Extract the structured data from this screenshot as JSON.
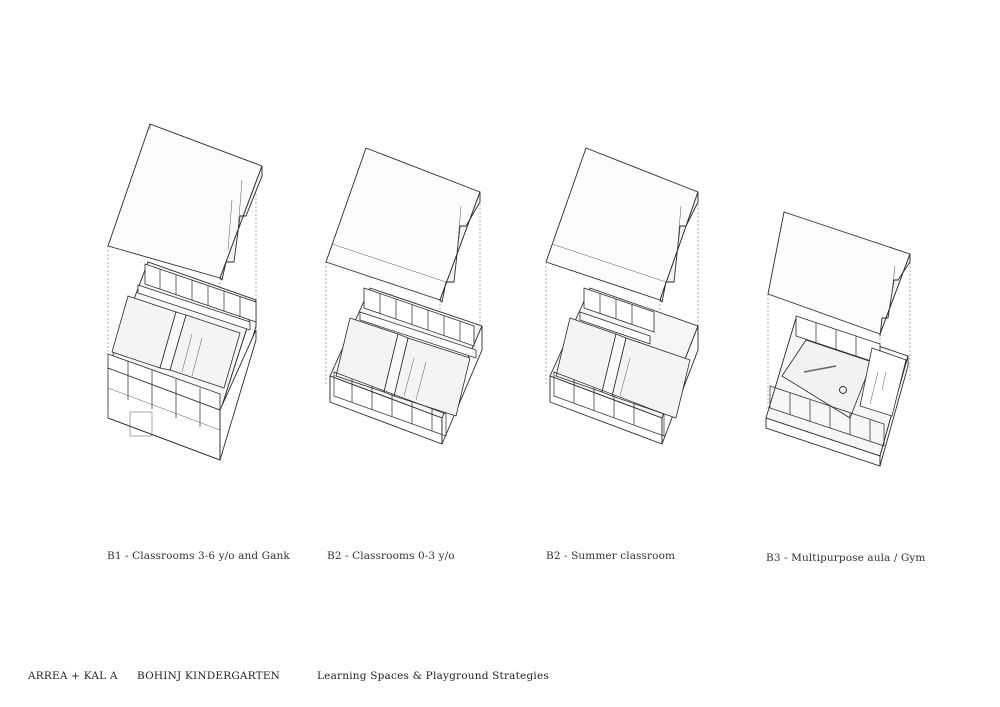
{
  "modules": [
    {
      "caption": "B1 - Classrooms 3-6 y/o and Gank"
    },
    {
      "caption": "B2 - Classrooms 0-3 y/o"
    },
    {
      "caption": "B2 - Summer classroom"
    },
    {
      "caption": "B3 - Multipurpose aula / Gym"
    }
  ],
  "footer": {
    "authors": "ARREA + KAL A",
    "project": "BOHINJ KINDERGARTEN",
    "sheet_title": "Learning Spaces & Playground Strategies"
  }
}
